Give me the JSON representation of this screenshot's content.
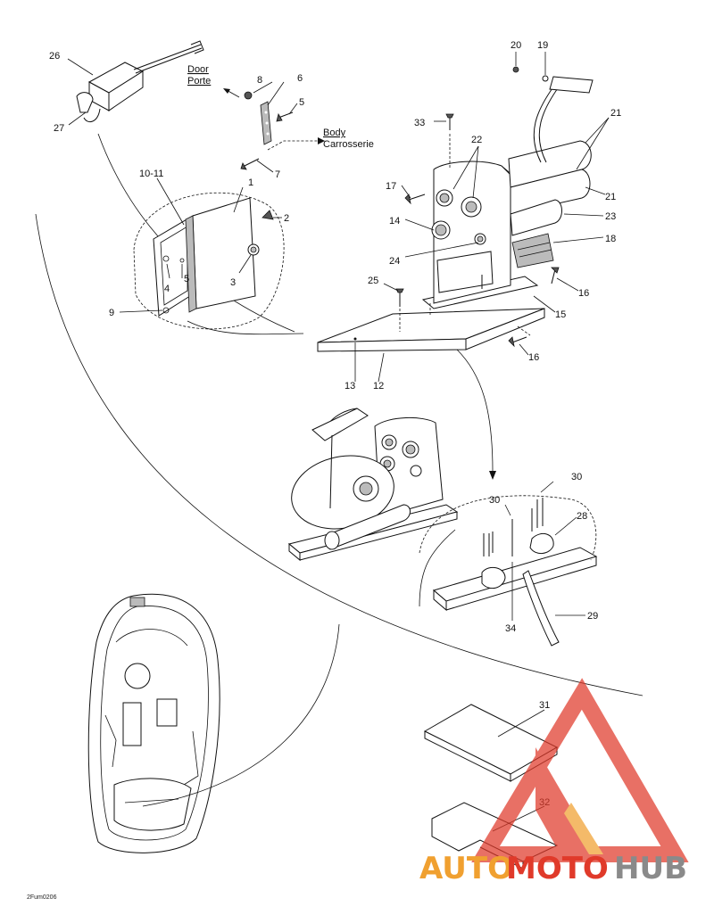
{
  "labels": {
    "n1": "1",
    "n2": "2",
    "n3": "3",
    "n4": "4",
    "n5a": "5",
    "n5b": "5",
    "n6": "6",
    "n7": "7",
    "n8": "8",
    "n9": "9",
    "n10_11": "10-11",
    "n12": "12",
    "n13": "13",
    "n14": "14",
    "n15": "15",
    "n16a": "16",
    "n16b": "16",
    "n17": "17",
    "n18": "18",
    "n19": "19",
    "n20": "20",
    "n21a": "21",
    "n21b": "21",
    "n22": "22",
    "n23": "23",
    "n24": "24",
    "n25": "25",
    "n26": "26",
    "n27": "27",
    "n28": "28",
    "n29": "29",
    "n30a": "30",
    "n30b": "30",
    "n31": "31",
    "n32": "32",
    "n33": "33",
    "n34": "34"
  },
  "annotations": {
    "door": "Door",
    "porte": "Porte",
    "body": "Body",
    "carrosserie": "Carrosserie"
  },
  "figure_code": "2Fum0206",
  "watermark": {
    "part1": "AUTO",
    "part2": "MOTO",
    "part3": "HUB",
    "color_orange": "#f0a030",
    "color_red": "#e03a2a",
    "color_gray": "#8a8a8a"
  }
}
